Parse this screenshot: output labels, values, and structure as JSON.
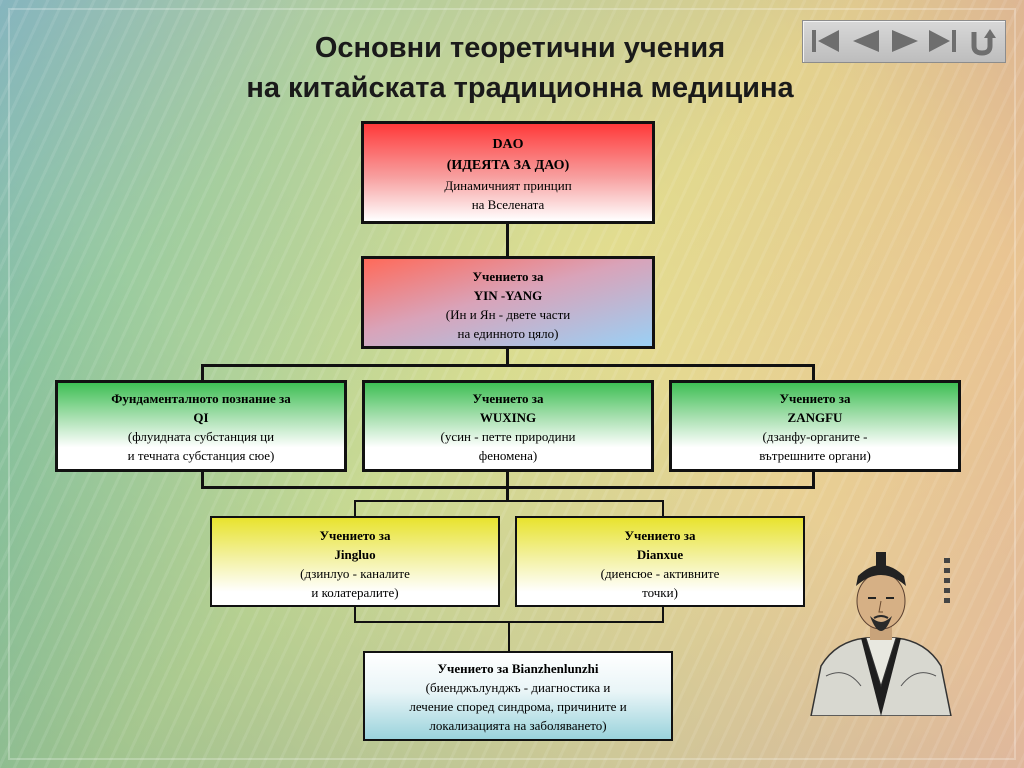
{
  "title": {
    "line1": "Основни теоретични учения",
    "line2": "на китайската традиционна медицина"
  },
  "nav": {
    "buttons": [
      "first-slide",
      "previous-slide",
      "next-slide",
      "last-slide",
      "return"
    ]
  },
  "dao": {
    "line1": "DAO",
    "line2": "(ИДЕЯТА ЗА ДАО)",
    "line3": "Динамичният принцип",
    "line4": "на Вселената"
  },
  "yinyang": {
    "line1": "Учението за",
    "line2": "YIN -YANG",
    "line3": "(Ин и Ян - двете части",
    "line4": "на единното цяло)"
  },
  "qi": {
    "line1": "Фундаменталното познание за",
    "line2": "QI",
    "line3": "(флуидната субстанция ци",
    "line4": "и течната субстанция сюе)"
  },
  "wuxing": {
    "line1": "Учението за",
    "line2": "WUXING",
    "line3": "(усин - петте природини",
    "line4": "феномена)"
  },
  "zangfu": {
    "line1": "Учението за",
    "line2": "ZANGFU",
    "line3": "(дзанфу-органите -",
    "line4": "вътрешните органи)"
  },
  "jingluo": {
    "line1": "Учението за",
    "line2": "Jingluo",
    "line3": "(дзинлуо - каналите",
    "line4": "и колатералите)"
  },
  "dianxue": {
    "line1": "Учението за",
    "line2": "Dianxue",
    "line3": "(диенсюе - активните",
    "line4": "точки)"
  },
  "bianzheng": {
    "line1": "Учението за Bianzhenlunzhi",
    "line2": "(биенджълунджъ - диагностика и",
    "line3": "лечение според синдрома, причините и",
    "line4": "локализацията на заболяването)"
  },
  "colors": {
    "dao_top": "#ff3a3a",
    "green": "#3fbf55",
    "yellow": "#e8e32e",
    "cyan": "#9ad3dc"
  }
}
